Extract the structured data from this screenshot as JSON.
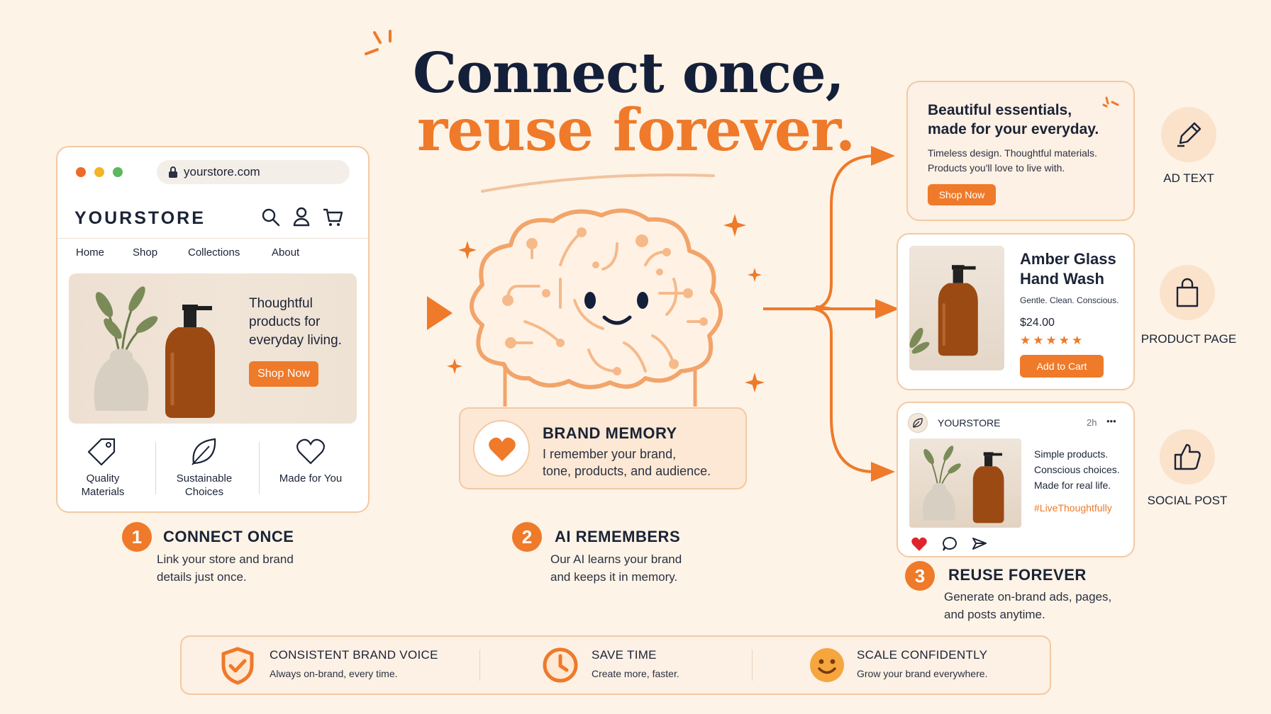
{
  "headline": {
    "line1": "Connect once,",
    "line2": "reuse forever."
  },
  "store": {
    "url": "yourstore.com",
    "logo": "YOURSTORE",
    "nav": [
      "Home",
      "Shop",
      "Collections",
      "About"
    ],
    "hero_text": "Thoughtful products for everyday living.",
    "hero_button": "Shop Now",
    "features": [
      "Quality Materials",
      "Sustainable Choices",
      "Made for You"
    ]
  },
  "brand_memory": {
    "title": "BRAND MEMORY",
    "text_line1": "I remember your brand,",
    "text_line2": "tone, products, and audience."
  },
  "steps": [
    {
      "number": "1",
      "title": "CONNECT ONCE",
      "line1": "Link your store and brand",
      "line2": "details just once."
    },
    {
      "number": "2",
      "title": "AI REMEMBERS",
      "line1": "Our AI learns your brand",
      "line2": "and keeps it in memory."
    },
    {
      "number": "3",
      "title": "REUSE FOREVER",
      "line1": "Generate on-brand ads, pages,",
      "line2": "and posts anytime."
    }
  ],
  "ad": {
    "headline_line1": "Beautiful essentials,",
    "headline_line2": "made for your everyday.",
    "body_line1": "Timeless design. Thoughtful materials.",
    "body_line2": "Products you'll love to live with.",
    "button": "Shop Now",
    "label": "AD TEXT"
  },
  "product": {
    "name_line1": "Amber Glass",
    "name_line2": "Hand Wash",
    "tagline": "Gentle. Clean. Conscious.",
    "price": "$24.00",
    "rating": 5,
    "button": "Add to Cart",
    "label": "PRODUCT PAGE"
  },
  "social": {
    "account": "YOURSTORE",
    "time": "2h",
    "more": "•••",
    "line1": "Simple products.",
    "line2": "Conscious choices.",
    "line3": "Made for real life.",
    "hashtag": "#LiveThoughtfully",
    "label": "SOCIAL POST"
  },
  "benefits": [
    {
      "title": "CONSISTENT BRAND VOICE",
      "text": "Always on-brand, every time.",
      "icon": "shield-check-icon"
    },
    {
      "title": "SAVE TIME",
      "text": "Create more, faster.",
      "icon": "clock-icon"
    },
    {
      "title": "SCALE CONFIDENTLY",
      "text": "Grow your brand everywhere.",
      "icon": "smiley-icon"
    }
  ],
  "colors": {
    "accent": "#EE7A2A",
    "background": "#FDF3E7",
    "text": "#1b2336",
    "soft": "#FBE2CB"
  }
}
